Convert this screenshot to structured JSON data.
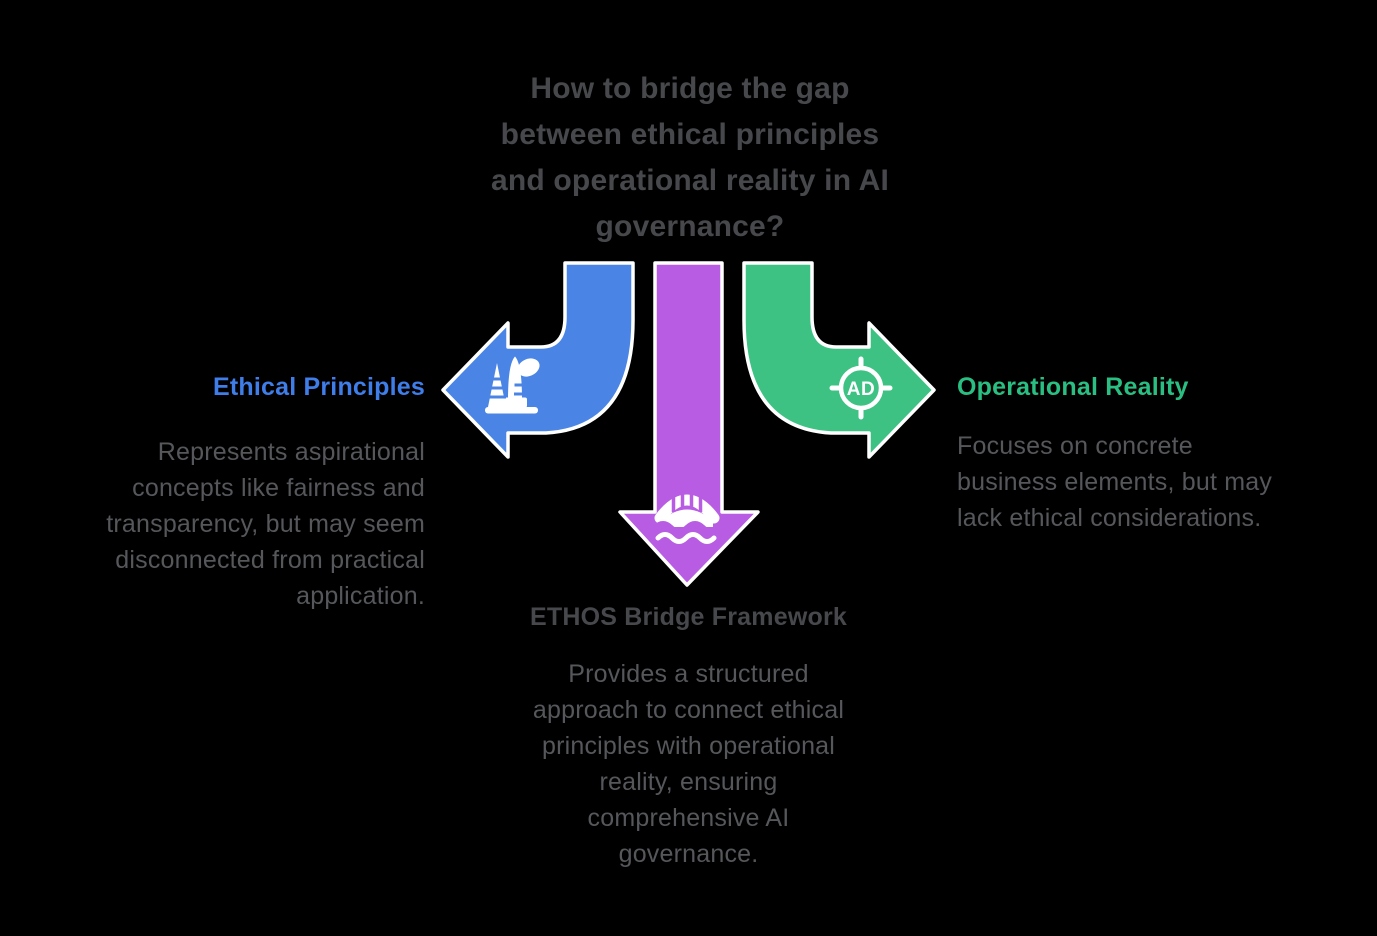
{
  "title": {
    "text": "How to bridge the gap\nbetween ethical principles\nand operational reality in AI\ngovernance?"
  },
  "colors": {
    "blue_arrow": "#4a85e6",
    "purple_arrow": "#b75ce3",
    "green_arrow": "#3ec284",
    "blue_label": "#3f7de8",
    "green_label": "#2abe82",
    "title_text": "#47484c",
    "body_text": "#55575b",
    "icon_white": "#ffffff"
  },
  "nodes": {
    "left": {
      "label": "Ethical Principles",
      "description": "Represents aspirational\nconcepts like fairness and\ntransparency, but may seem\ndisconnected from practical\napplication.",
      "icon": "landmark-towers-icon"
    },
    "right": {
      "label": "Operational Reality",
      "description": "Focuses on concrete\nbusiness elements, but may\nlack ethical considerations.",
      "icon": "ad-target-icon"
    },
    "bottom": {
      "label": "ETHOS Bridge Framework",
      "description": "Provides a structured\napproach to connect ethical\nprinciples with operational\nreality, ensuring\ncomprehensive AI\ngovernance.",
      "icon": "bridge-icon"
    }
  },
  "icons": {
    "ad_text": "AD"
  }
}
